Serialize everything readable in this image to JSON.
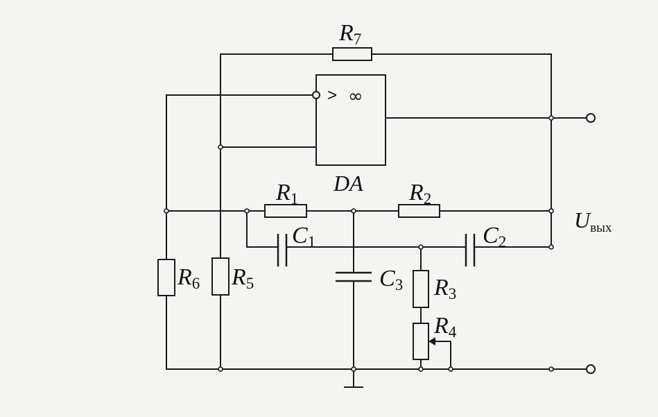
{
  "labels": {
    "R1": {
      "main": "R",
      "sub": "1"
    },
    "R2": {
      "main": "R",
      "sub": "2"
    },
    "R3": {
      "main": "R",
      "sub": "3"
    },
    "R4": {
      "main": "R",
      "sub": "4"
    },
    "R5": {
      "main": "R",
      "sub": "5"
    },
    "R6": {
      "main": "R",
      "sub": "6"
    },
    "R7": {
      "main": "R",
      "sub": "7"
    },
    "C1": {
      "main": "C",
      "sub": "1"
    },
    "C2": {
      "main": "C",
      "sub": "2"
    },
    "C3": {
      "main": "C",
      "sub": "3"
    },
    "amp": {
      "name": "DA",
      "gain_symbol": ">",
      "gain_value": "∞"
    },
    "output": {
      "main": "U",
      "sub": "вых"
    }
  }
}
